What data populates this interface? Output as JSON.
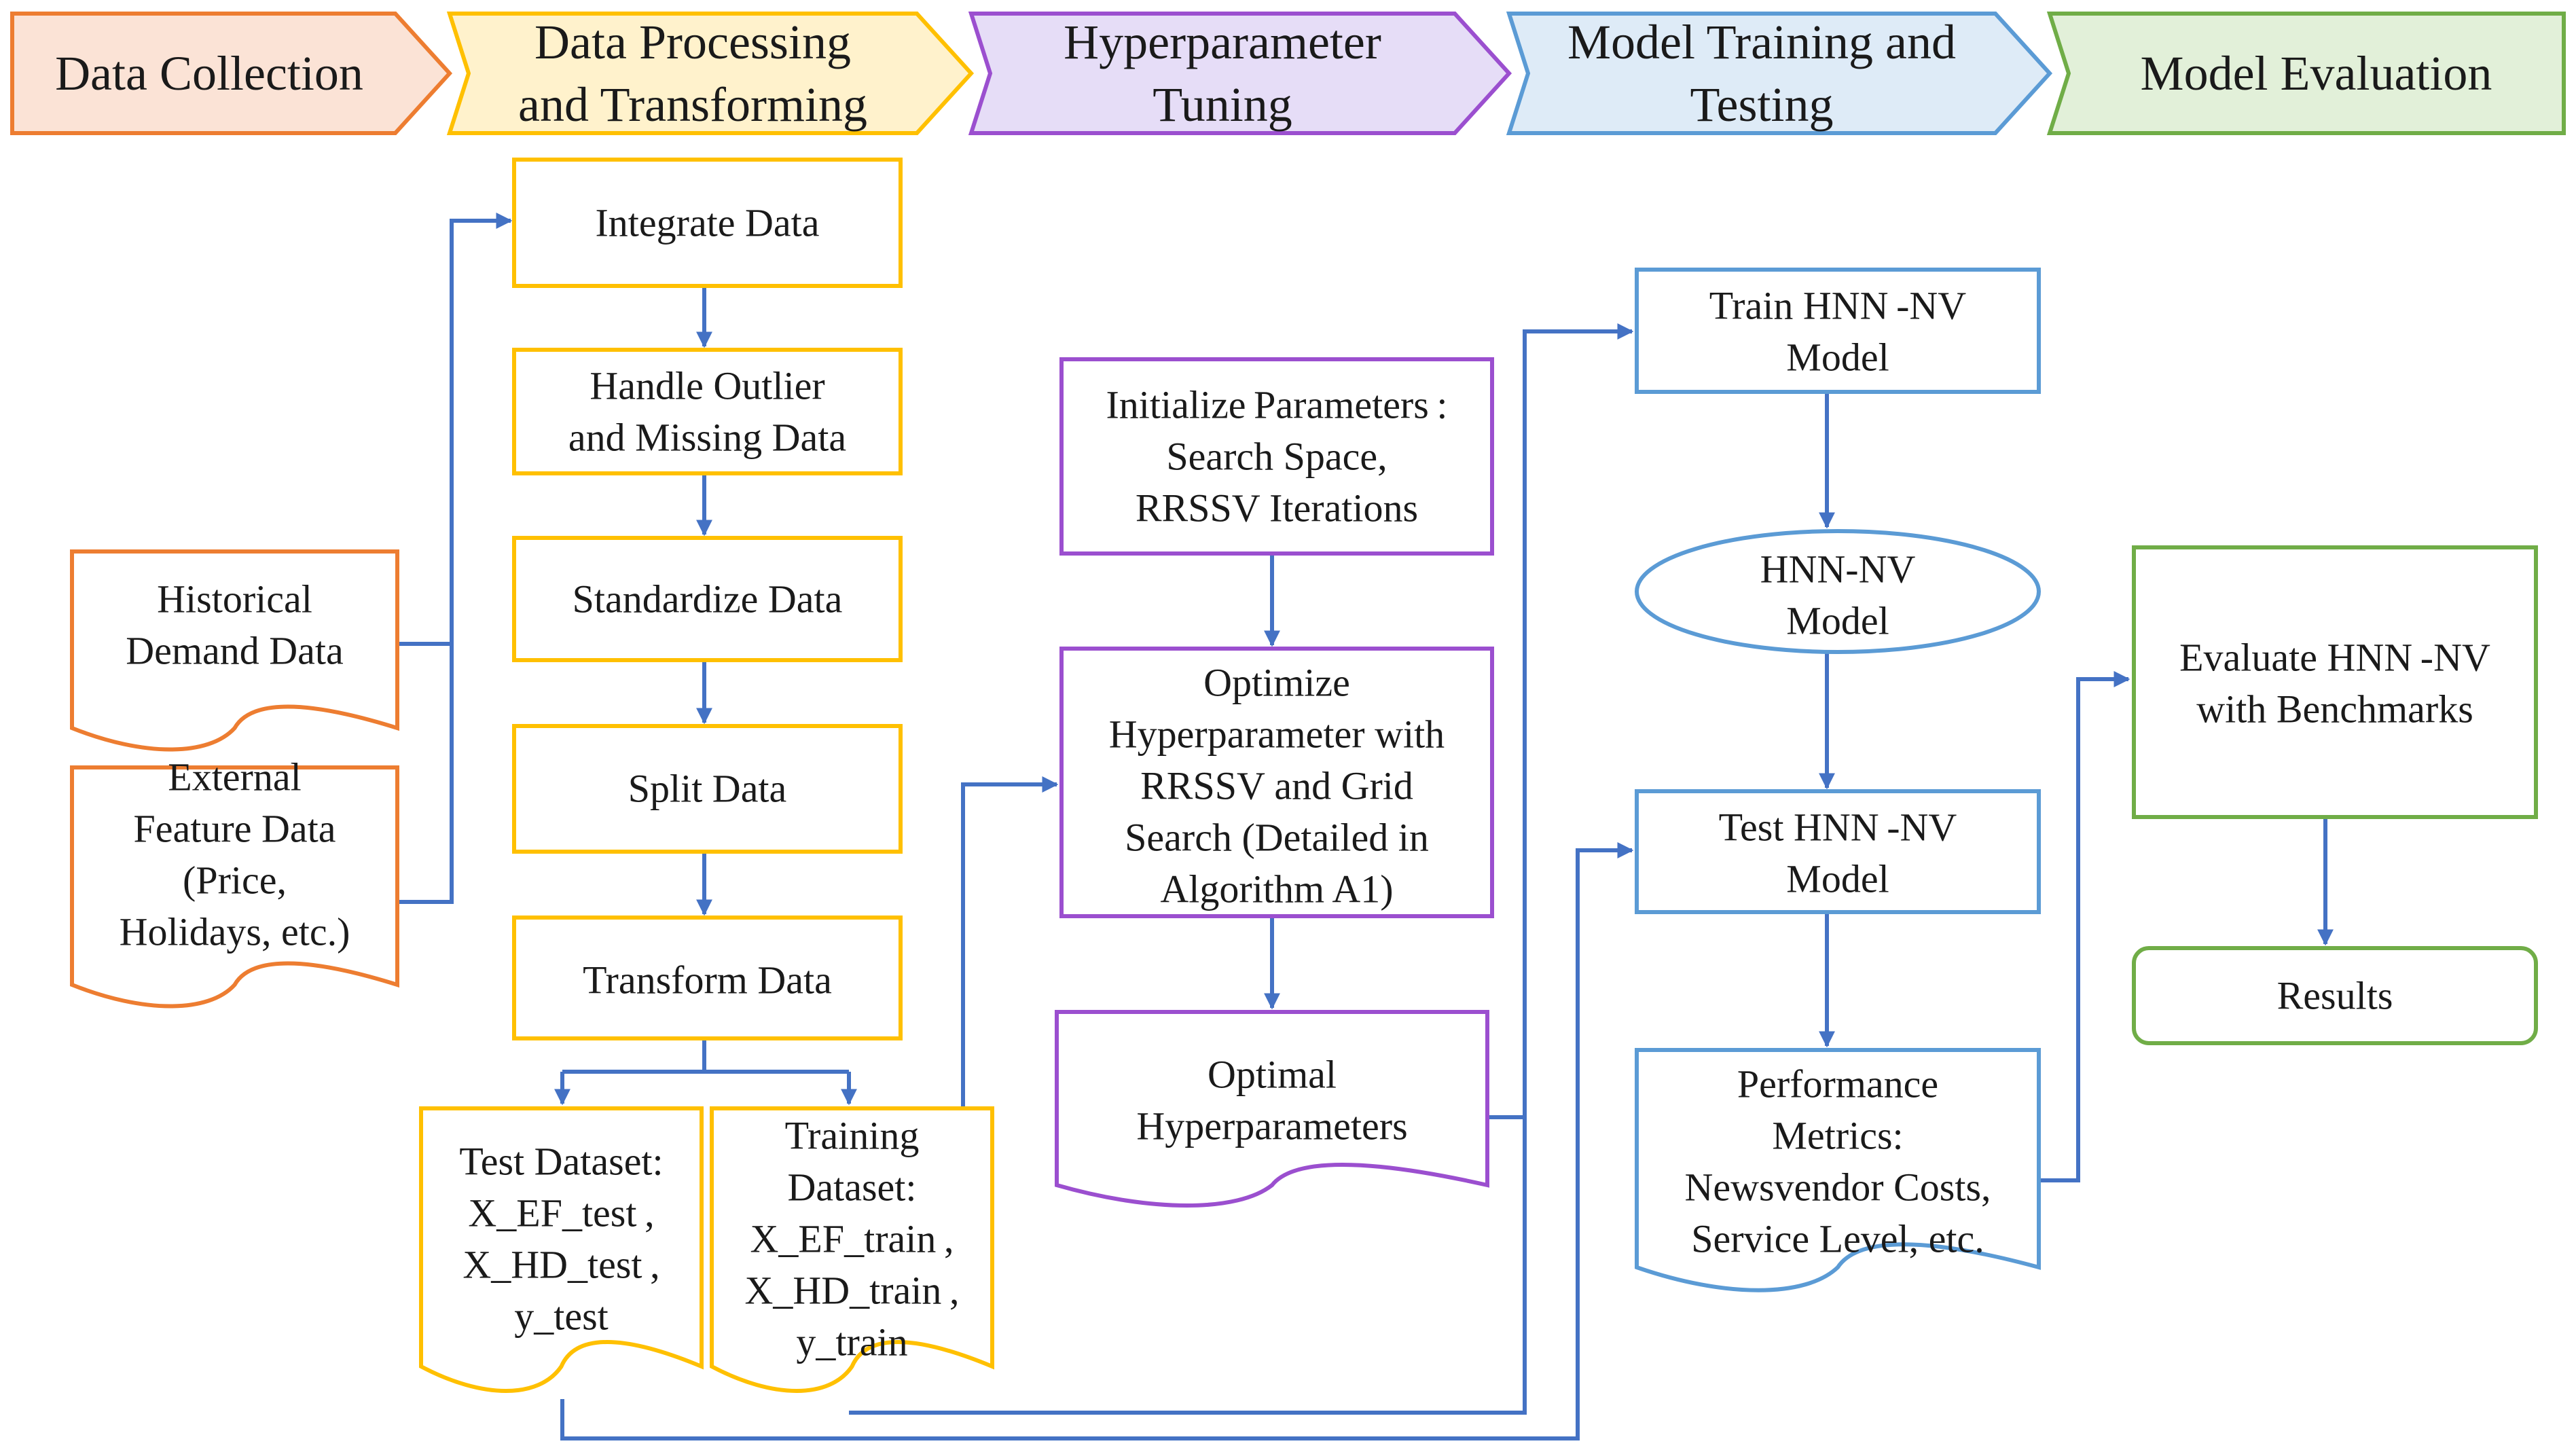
{
  "stages": [
    {
      "id": "collection",
      "lines": [
        "Data Collection"
      ],
      "fill": "#FBE3D6",
      "stroke": "#ED7D31"
    },
    {
      "id": "processing",
      "lines": [
        "Data Processing",
        "and Transforming"
      ],
      "fill": "#FFF2CC",
      "stroke": "#FFC000"
    },
    {
      "id": "tuning",
      "lines": [
        "Hyperparameter",
        "Tuning"
      ],
      "fill": "#E6DDF7",
      "stroke": "#9B4FCF"
    },
    {
      "id": "training",
      "lines": [
        "Model Training and",
        "Testing"
      ],
      "fill": "#DEEBF7",
      "stroke": "#5B9BD5"
    },
    {
      "id": "evaluation",
      "lines": [
        "Model Evaluation"
      ],
      "fill": "#E2F0D9",
      "stroke": "#70AD47"
    }
  ],
  "nodes": {
    "historical_demand": [
      "Historical",
      "Demand Data"
    ],
    "external_feature": [
      "External",
      "Feature Data",
      "(Price,",
      "Holidays, etc.)"
    ],
    "integrate": [
      "Integrate Data"
    ],
    "handle_outlier": [
      "Handle Outlier",
      "and Missing Data"
    ],
    "standardize": [
      "Standardize Data"
    ],
    "split": [
      "Split Data"
    ],
    "transform": [
      "Transform Data"
    ],
    "test_dataset": [
      "Test Dataset:",
      "X_EF_test ,",
      "X_HD_test ,",
      "y_test"
    ],
    "training_dataset": [
      "Training",
      "Dataset:",
      "X_EF_train ,",
      "X_HD_train ,",
      "y_train"
    ],
    "init_params": [
      "Initialize Parameters :",
      "Search Space,",
      "RRSSV Iterations"
    ],
    "optimize": [
      "Optimize",
      "Hyperparameter with",
      "RRSSV and Grid",
      "Search (Detailed in",
      "Algorithm A1)"
    ],
    "optimal_hp": [
      "Optimal",
      "Hyperparameters"
    ],
    "train_model": [
      "Train HNN -NV",
      "Model"
    ],
    "hnn_model": [
      "HNN-NV",
      "Model"
    ],
    "test_model": [
      "Test HNN -NV",
      "Model"
    ],
    "perf_metrics": [
      "Performance",
      "Metrics:",
      "Newsvendor Costs,",
      "Service Level, etc."
    ],
    "evaluate": [
      "Evaluate HNN -NV",
      "with Benchmarks"
    ],
    "results": [
      "Results"
    ]
  },
  "colors": {
    "orange": "#ED7D31",
    "gold": "#FFC000",
    "purple": "#9B4FCF",
    "blue": "#5B9BD5",
    "green": "#70AD47",
    "arrow": "#4472C4"
  }
}
